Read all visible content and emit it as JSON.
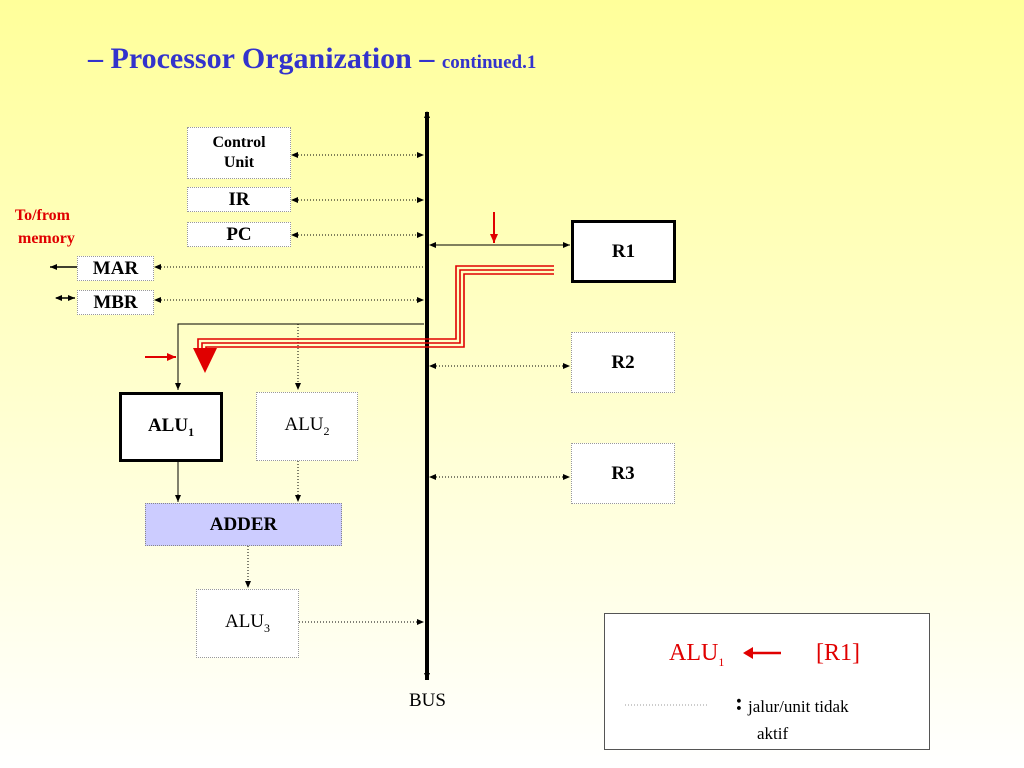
{
  "title": {
    "main": "– Processor Organization –",
    "sub": "continued.1"
  },
  "memory_label": [
    "To/from",
    "memory"
  ],
  "boxes": {
    "control_unit": [
      "Control",
      "Unit"
    ],
    "ir": "IR",
    "pc": "PC",
    "mar": "MAR",
    "mbr": "MBR",
    "alu1": "ALU",
    "alu1_sub": "1",
    "alu2": "ALU",
    "alu2_sub": "2",
    "alu3": "ALU",
    "alu3_sub": "3",
    "adder": "ADDER",
    "r1": "R1",
    "r2": "R2",
    "r3": "R3"
  },
  "bus_label": "BUS",
  "legend": {
    "dest": "ALU",
    "dest_sub": "1",
    "src": "[R1]",
    "colon": ":",
    "note_line1": "jalur/unit tidak",
    "note_line2": "aktif"
  },
  "colors": {
    "title": "#3333cc",
    "active_path": "#e00000",
    "adder_fill": "#ccccff"
  }
}
